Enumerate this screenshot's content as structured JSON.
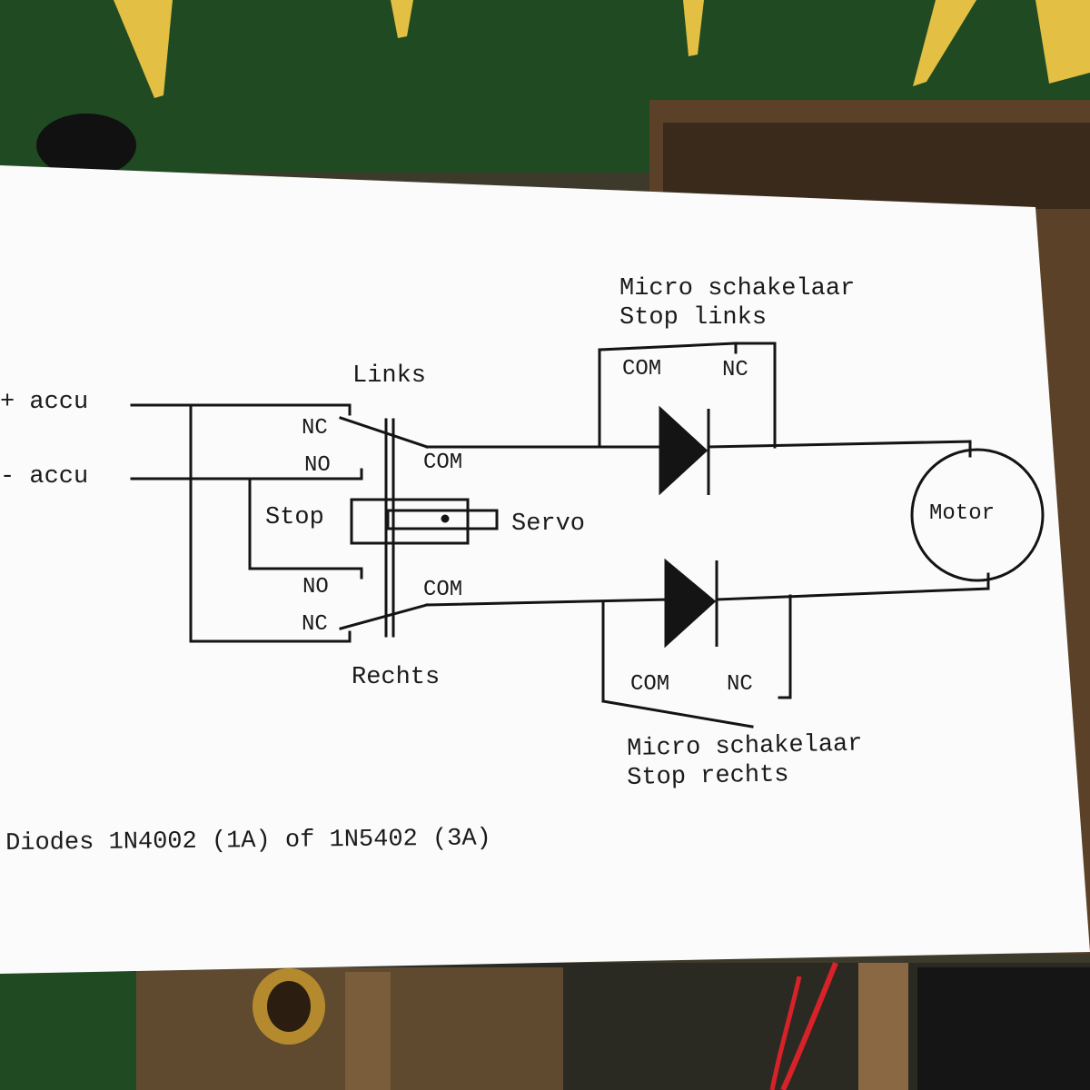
{
  "colors": {
    "paper": "#fbfbfb",
    "ink": "#141414",
    "cabinet_green": "#1f4a22",
    "wood": "#6b4a2e",
    "yellow_teeth": "#e8c54a"
  },
  "power": {
    "plus_label": "+ accu",
    "minus_label": "- accu"
  },
  "servo_switches": {
    "left_title": "Links",
    "right_title": "Rechts",
    "nc_top": "NC",
    "no_top": "NO",
    "com_top": "COM",
    "stop_label": "Stop",
    "servo_label": "Servo",
    "no_bottom": "NO",
    "nc_bottom": "NC",
    "com_bottom": "COM"
  },
  "micro_switch_left": {
    "title_line1": "Micro schakelaar",
    "title_line2": "Stop links",
    "com": "COM",
    "nc": "NC"
  },
  "micro_switch_right": {
    "title_line1": "Micro schakelaar",
    "title_line2": "Stop rechts",
    "com": "COM",
    "nc": "NC"
  },
  "motor": {
    "label": "Motor"
  },
  "footnote": "Diodes 1N4002 (1A) of 1N5402 (3A)"
}
